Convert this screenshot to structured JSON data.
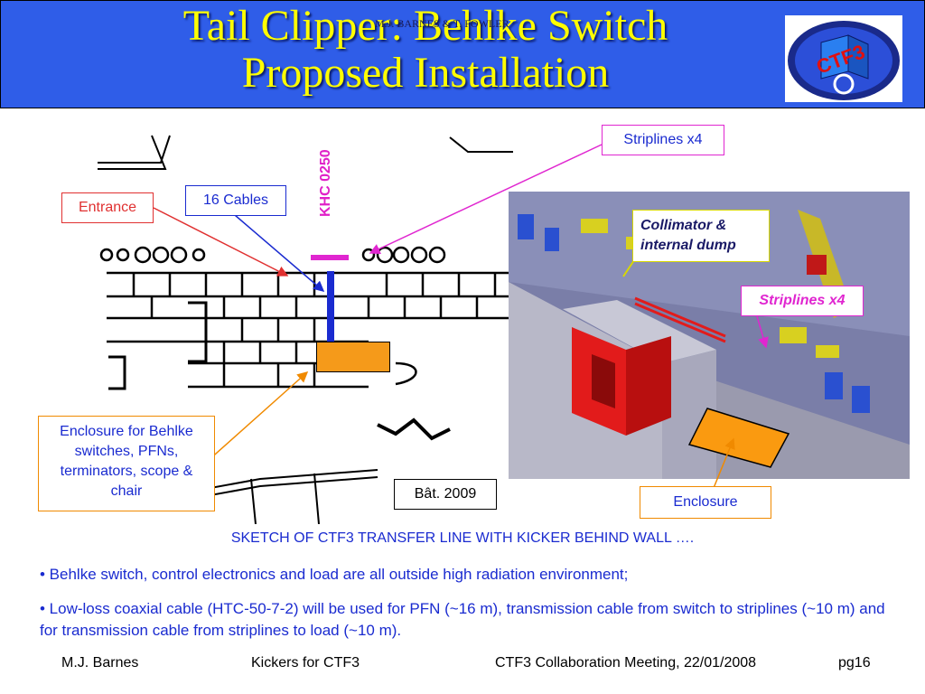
{
  "title": {
    "line1": "Tail Clipper: Behlke Switch",
    "line2": "Proposed Installation",
    "overlay_text": "M.J. BARNES & T. FOWLER"
  },
  "logo": {
    "text": "CTF3"
  },
  "labels": {
    "entrance": "Entrance",
    "cables": "16 Cables",
    "khc": "KHC 0250",
    "striplines_top": "Striplines x4",
    "collimator": "Collimator & internal dump",
    "striplines_inner": "Striplines x4",
    "enclosure_left": "Enclosure for Behlke switches, PFNs, terminators, scope & chair",
    "bat": "Bât. 2009",
    "enclosure_right": "Enclosure"
  },
  "caption": "SKETCH OF CTF3 TRANSFER LINE WITH KICKER BEHIND WALL ….",
  "bullets": [
    "• Behlke switch, control electronics and load are all outside high radiation environment;",
    "• Low-loss coaxial cable (HTC-50-7-2) will be used for PFN (~16 m), transmission cable from switch to striplines (~10 m) and for transmission cable from striplines to load (~10 m)."
  ],
  "footer": {
    "author": "M.J. Barnes",
    "topic": "Kickers for CTF3",
    "meeting": "CTF3 Collaboration Meeting, 22/01/2008",
    "page": "pg16"
  },
  "colors": {
    "header_bg": "#2f5de8",
    "title": "#ffff00",
    "text_blue": "#1a2bd0",
    "accent_red": "#e03030",
    "accent_magenta": "#e026d0",
    "accent_orange": "#f08a00"
  }
}
